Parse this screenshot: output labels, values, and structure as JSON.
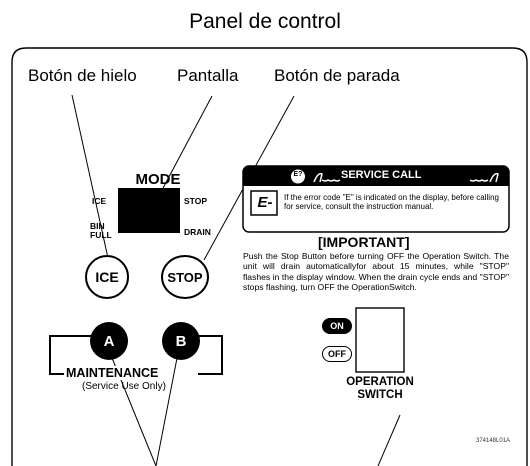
{
  "title": "Panel de control",
  "callouts": {
    "ice_button": "Botón de hielo",
    "display": "Pantalla",
    "stop_button": "Botón de parada"
  },
  "mode_panel": {
    "title": "MODE",
    "ice_label": "ICE",
    "stop_label": "STOP",
    "bin_label": "BIN",
    "full_label": "FULL",
    "drain_label": "DRAIN"
  },
  "buttons": {
    "ice": "ICE",
    "stop": "STOP",
    "a": "A",
    "b": "B"
  },
  "maintenance": {
    "label": "MAINTENANCE",
    "sublabel": "(Service Use Only)"
  },
  "service_call": {
    "header": "SERVICE CALL",
    "error_icon": "E?",
    "code": "E-",
    "text": "If the error code \"E\" is indicated on the display, before calling for service, consult the instruction manual."
  },
  "important": {
    "heading": "[IMPORTANT]",
    "text": "Push the Stop Button before turning OFF the Operation Switch. The unit will drain automaticallyfor about 15 minutes, while \"STOP\" flashes in the display window. When the drain cycle ends and \"STOP\" stops flashing, turn OFF the OperationSwitch."
  },
  "operation_switch": {
    "on": "ON",
    "off": "OFF",
    "label_line1": "OPERATION",
    "label_line2": "SWITCH"
  },
  "figure_code": "374148L01A"
}
